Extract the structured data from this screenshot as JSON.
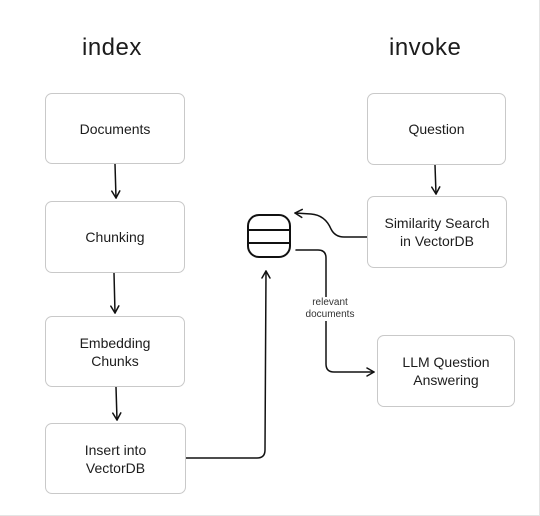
{
  "diagram": {
    "sections": {
      "index": "index",
      "invoke": "invoke"
    },
    "nodes": {
      "documents": "Documents",
      "chunking": "Chunking",
      "embedding": "Embedding\nChunks",
      "insert": "Insert into\nVectorDB",
      "question": "Question",
      "similarity": "Similarity Search\nin VectorDB",
      "llm": "LLM Question\nAnswering"
    },
    "edge_labels": {
      "relevant_documents": "relevant\ndocuments"
    },
    "icons": {
      "vector_db": "database-icon"
    },
    "colors": {
      "stroke": "#111111",
      "box_border": "#c9c9c9"
    }
  }
}
